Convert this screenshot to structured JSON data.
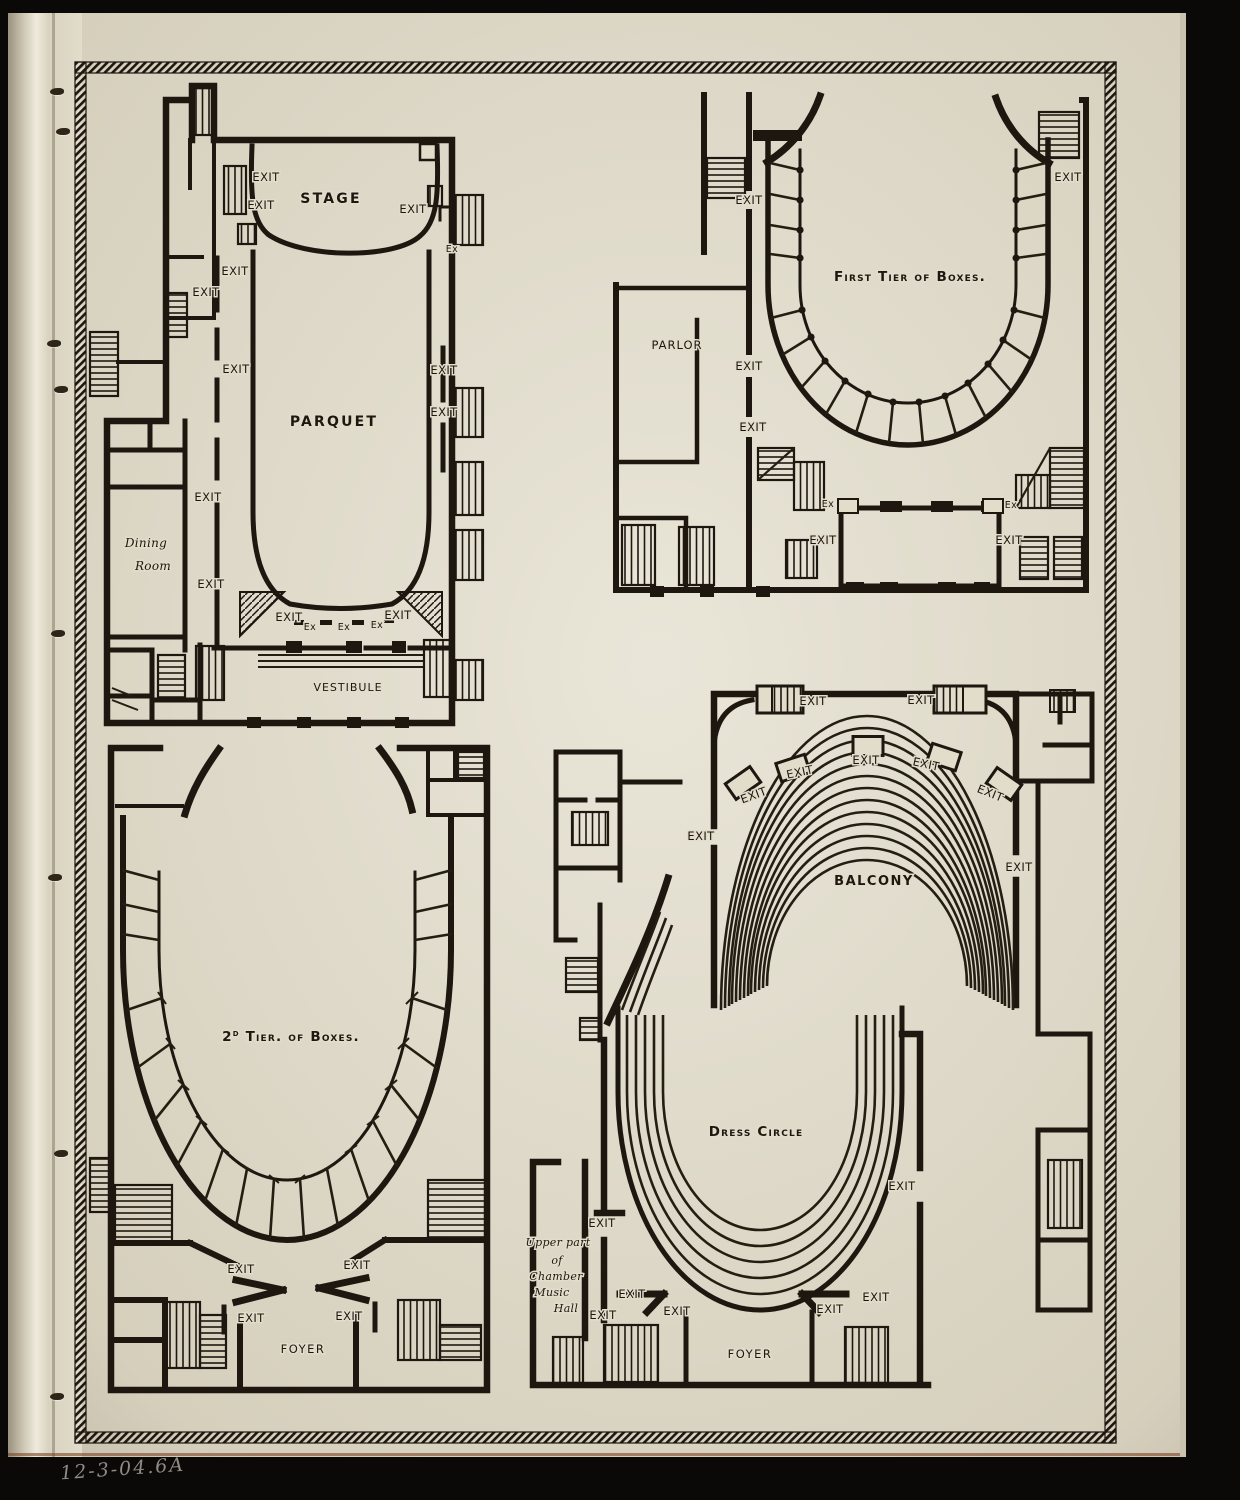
{
  "page": {
    "handwritten_note": "12-3-04.6A",
    "colors": {
      "paper": "#e2ddcb",
      "ink": "#1d1710",
      "scan_background": "#0a0908",
      "pencil": "#8f8b85"
    }
  },
  "plans": {
    "parquet_level": {
      "stage": "STAGE",
      "parquet": "PARQUET",
      "vestibule": "VESTIBULE",
      "dining": [
        "Dining",
        "Room"
      ],
      "exits": [
        "EXIT",
        "EXIT",
        "EXIT",
        "EXIT",
        "EXIT",
        "EXIT",
        "EXIT",
        "EXIT",
        "EXIT",
        "EXIT",
        "EXIT",
        "EXIT"
      ],
      "exits_small": [
        "Ex",
        "Ex",
        "Ex",
        "Ex"
      ]
    },
    "first_tier": {
      "title": "First Tier of Boxes.",
      "parlor": "PARLOR",
      "exits": [
        "EXIT",
        "EXIT",
        "EXIT",
        "EXIT",
        "EXIT",
        "EXIT"
      ],
      "exits_small": [
        "Ex",
        "Ex"
      ]
    },
    "second_tier": {
      "title_prefix": "2",
      "title_sup": "d",
      "title_rest": " Tier. of Boxes.",
      "foyer": "FOYER",
      "exits": [
        "EXIT",
        "EXIT",
        "EXIT",
        "EXIT"
      ]
    },
    "balcony_dress": {
      "balcony": "BALCONY",
      "dress_circle": "Dress Circle",
      "foyer": "FOYER",
      "chamber_note": [
        "Upper part",
        "of",
        "Chamber",
        "Music",
        "Hall"
      ],
      "exits": [
        "EXIT",
        "EXIT",
        "EXIT",
        "EXIT",
        "EXIT",
        "EXIT",
        "EXIT",
        "EXIT",
        "EXIT",
        "EXIT",
        "EXIT",
        "EXIT",
        "EXIT",
        "EXIT",
        "EXIT",
        "EXIT"
      ]
    }
  }
}
